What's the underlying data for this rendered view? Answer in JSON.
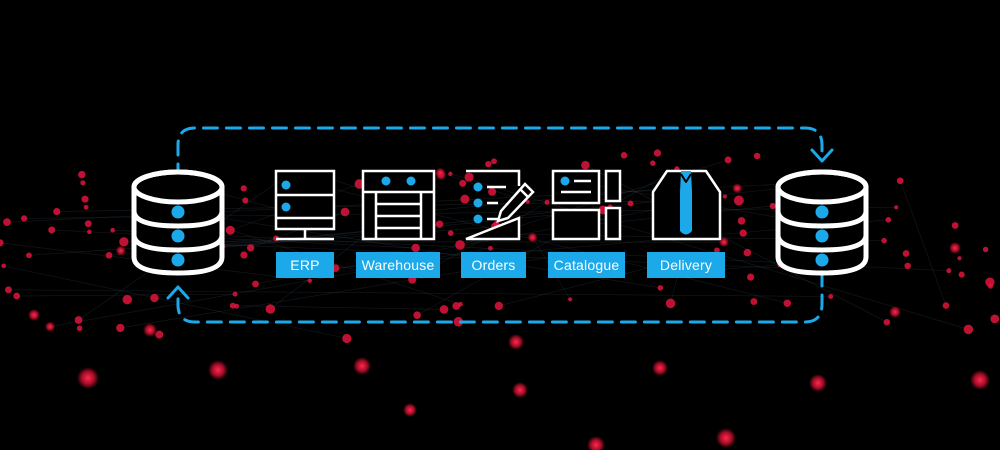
{
  "colors": {
    "background": "#000000",
    "accent": "#1ba9ea",
    "particle": "#e0143c",
    "icon_stroke": "#ffffff"
  },
  "icons": {
    "source": "database-icon",
    "target": "database-icon",
    "erp": "server-rack-icon",
    "warehouse": "shelving-icon",
    "orders": "document-edit-icon",
    "catalogue": "catalogue-layout-icon",
    "delivery": "package-box-icon"
  },
  "labels": {
    "erp": "ERP",
    "warehouse": "Warehouse",
    "orders": "Orders",
    "catalogue": "Catalogue",
    "delivery": "Delivery"
  }
}
